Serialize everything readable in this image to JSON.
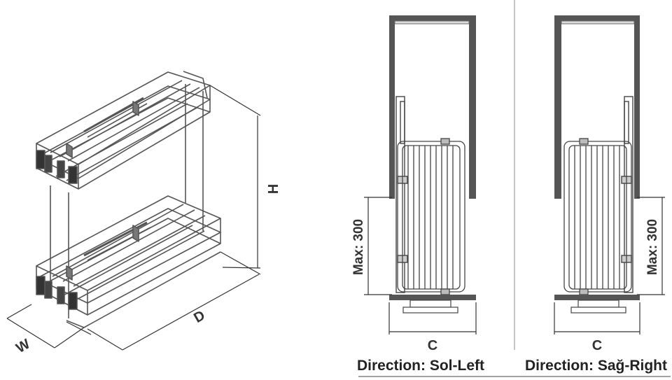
{
  "basket_labels": {
    "width": "W",
    "depth": "D",
    "height": "H"
  },
  "left_view": {
    "max_label": "Max: 300",
    "c_label": "C",
    "caption": "Direction: Sol-Left"
  },
  "right_view": {
    "max_label": "Max: 300",
    "c_label": "C",
    "caption": "Direction: Sağ-Right"
  },
  "colors": {
    "line": "#444444",
    "panel": "#555555",
    "frame": "#6b6b6b"
  }
}
